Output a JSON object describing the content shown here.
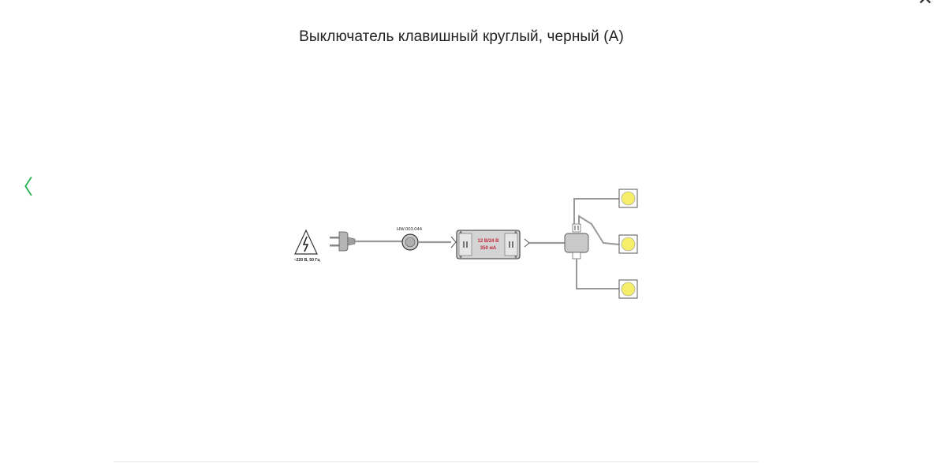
{
  "modal": {
    "title": "Выключатель клавишный круглый, черный (А)",
    "close_icon": "close-icon",
    "prev_icon": "chevron-left-icon",
    "accent_color": "#22b14c"
  },
  "diagram": {
    "power_label": "~220 В, 50 Гц",
    "switch_code": "HW.003.044",
    "driver_voltage": "12 В/24 В",
    "driver_current": "350 мА",
    "lamp_color": "#f5ee6a",
    "lamp_count": 3
  }
}
